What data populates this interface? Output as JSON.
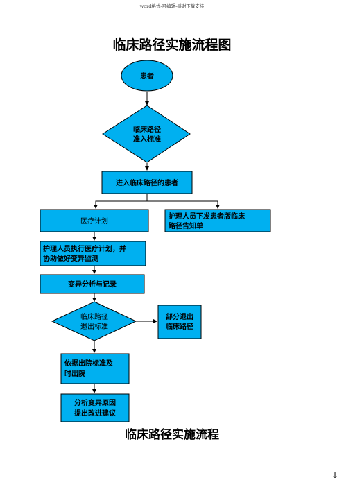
{
  "header_note": "word格式-可编辑-感谢下载支持",
  "title": "临床路径实施流程图",
  "footer_title": "临床路径实施流程",
  "colors": {
    "fill": "#00b0f0",
    "stroke": "#000000"
  },
  "nodes": {
    "patient": "患者",
    "entry_criteria": [
      "临床路径",
      "准入标准"
    ],
    "entered_patient": "进入临床路径的患者",
    "medical_plan": "医疗计划",
    "nurse_notice": [
      "护理人员下发患者版临床",
      "路径告知单"
    ],
    "nurse_execute": [
      "护理人员执行医疗计划，并",
      "协助做好变异监测"
    ],
    "variance_record": "变异分析与记录",
    "exit_criteria": [
      "临床路径",
      "退出标准"
    ],
    "partial_exit": [
      "部分退出",
      "临床路径"
    ],
    "discharge": [
      "依据出院标准及",
      "时出院"
    ],
    "analyze": [
      "分析变异原因",
      "提出改进建议"
    ]
  }
}
